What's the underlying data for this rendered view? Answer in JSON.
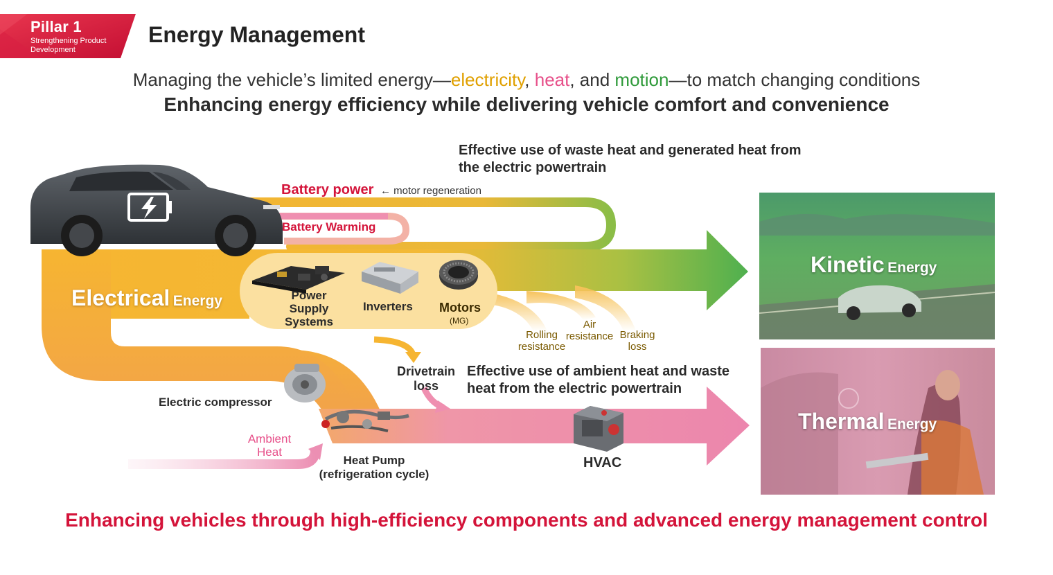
{
  "badge": {
    "title": "Pillar 1",
    "subtitle_line1": "Strengthening Product",
    "subtitle_line2": "Development",
    "color": "#e0173d"
  },
  "page": {
    "title": "Energy Management",
    "subtitle": {
      "part1": "Managing the vehicle’s limited energy—",
      "electricity": "electricity",
      "sep1": ", ",
      "heat": "heat",
      "sep2": ", and ",
      "motion": "motion",
      "part2": "—to match changing conditions"
    },
    "headline": "Enhancing energy efficiency while delivering vehicle comfort and convenience",
    "bottom_line": "Enhancing vehicles through high-efficiency components and advanced energy management control"
  },
  "diagram": {
    "waste_heat_note_line1": "Effective use of waste heat and generated heat from",
    "waste_heat_note_line2": "the electric powertrain",
    "battery_power": "Battery power",
    "motor_regeneration": "← motor regeneration",
    "battery_warming": "Battery Warming",
    "electrical_energy": {
      "big": "Electrical",
      "small": "Energy"
    },
    "components": {
      "power_supply_line1": "Power",
      "power_supply_line2": "Supply",
      "power_supply_line3": "Systems",
      "inverters": "Inverters",
      "motors": "Motors",
      "motors_sub": "(MG)"
    },
    "losses": {
      "rolling_line1": "Rolling",
      "rolling_line2": "resistance",
      "air_line1": "Air",
      "air_line2": "resistance",
      "braking_line1": "Braking",
      "braking_line2": "loss",
      "drivetrain_line1": "Drivetrain",
      "drivetrain_line2": "loss"
    },
    "ambient_note_line1": "Effective use of ambient heat and waste",
    "ambient_note_line2": "heat from the electric powertrain",
    "electric_compressor": "Electric compressor",
    "ambient_heat_line1": "Ambient",
    "ambient_heat_line2": "Heat",
    "heat_pump_line1": "Heat Pump",
    "heat_pump_line2": "(refrigeration cycle)",
    "hvac": "HVAC",
    "kinetic_energy": {
      "big": "Kinetic",
      "small": "Energy"
    },
    "thermal_energy": {
      "big": "Thermal",
      "small": "Energy"
    },
    "colors": {
      "electric": "#f6b531",
      "motion": "#4fb04f",
      "heat": "#ec8fb3",
      "accent_red": "#d4143a"
    }
  }
}
